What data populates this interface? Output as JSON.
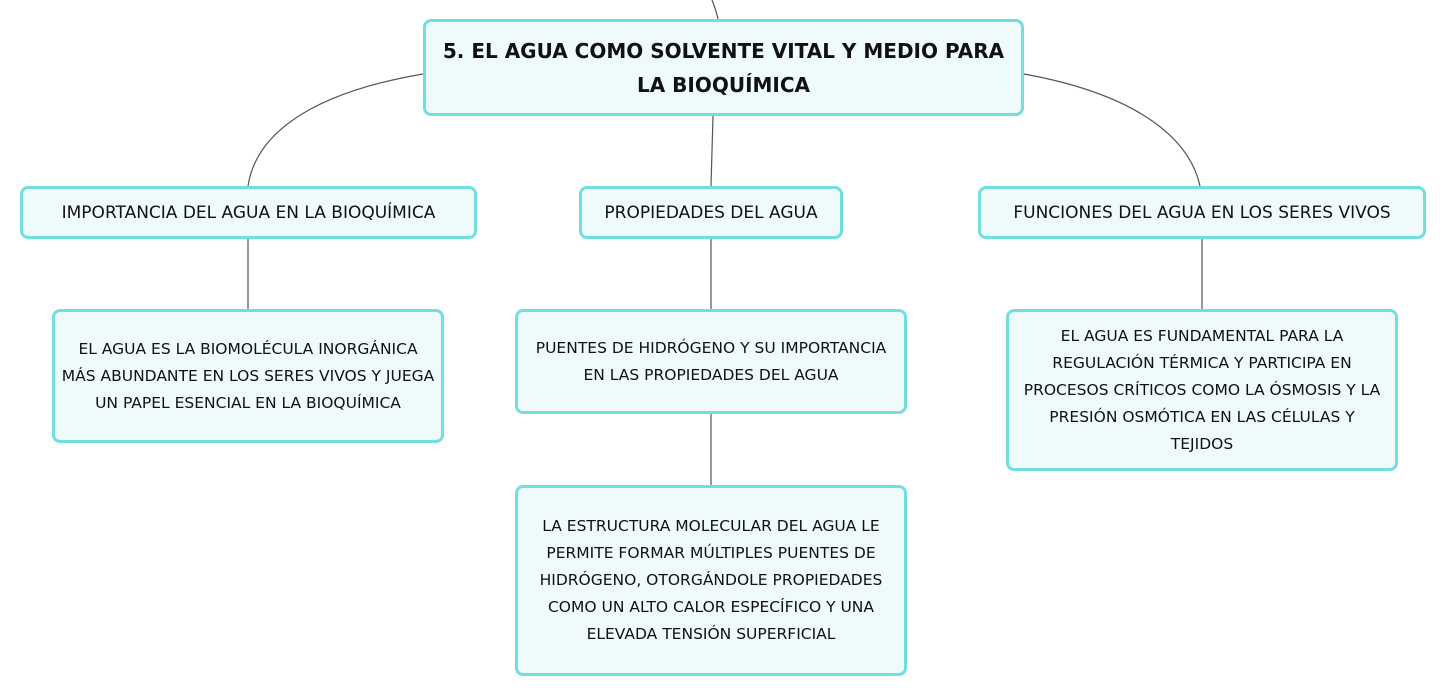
{
  "root": {
    "title": "5. EL AGUA COMO SOLVENTE VITAL Y MEDIO PARA LA BIOQUÍMICA"
  },
  "branches": [
    {
      "label": "IMPORTANCIA DEL AGUA EN LA BIOQUÍMICA",
      "children": [
        "EL AGUA ES LA BIOMOLÉCULA INORGÁNICA MÁS ABUNDANTE EN LOS SERES VIVOS Y JUEGA UN PAPEL ESENCIAL EN LA BIOQUÍMICA"
      ]
    },
    {
      "label": "PROPIEDADES DEL AGUA",
      "children": [
        "PUENTES DE HIDRÓGENO Y SU IMPORTANCIA EN LAS PROPIEDADES DEL AGUA",
        "LA ESTRUCTURA MOLECULAR DEL AGUA LE PERMITE FORMAR MÚLTIPLES PUENTES DE HIDRÓGENO, OTORGÁNDOLE PROPIEDADES COMO UN ALTO CALOR ESPECÍFICO Y UNA ELEVADA TENSIÓN SUPERFICIAL"
      ]
    },
    {
      "label": "FUNCIONES DEL AGUA EN LOS SERES VIVOS",
      "children": [
        "EL AGUA ES FUNDAMENTAL PARA LA REGULACIÓN TÉRMICA Y PARTICIPA EN PROCESOS CRÍTICOS COMO LA ÓSMOSIS Y LA PRESIÓN OSMÓTICA EN LAS CÉLULAS Y TEJIDOS"
      ]
    }
  ],
  "colors": {
    "border": "#72dfdf",
    "fill": "#effbfb",
    "line": "#555555"
  }
}
